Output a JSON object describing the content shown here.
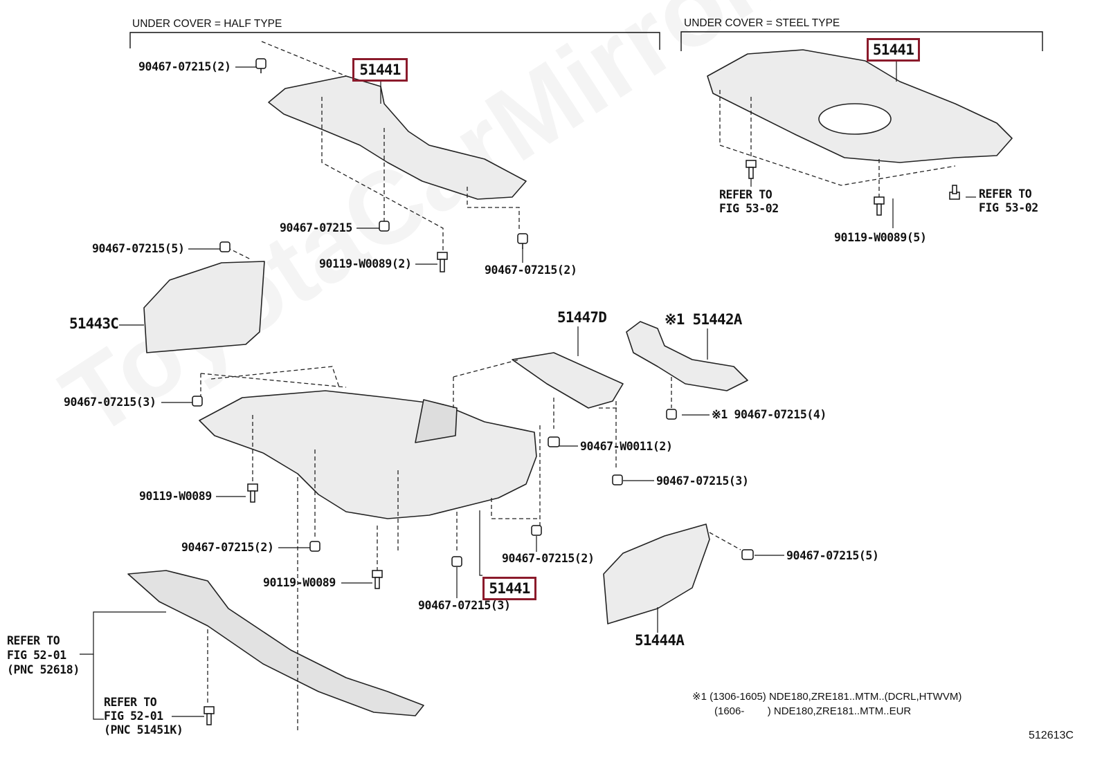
{
  "watermark": "ToyotaCarMirror.eu",
  "headers": {
    "half_type": "UNDER COVER = HALF TYPE",
    "steel_type": "UNDER COVER = STEEL TYPE"
  },
  "highlight_color": "#8b1a2b",
  "labels": {
    "half_51441": "51441",
    "steel_51441": "51441",
    "lower_51441": "51441",
    "half_bolt_top": "90467-07215(2)",
    "half_clip_mid": "90467-07215",
    "half_bolt_90119": "90119-W0089(2)",
    "half_clip_right": "90467-07215(2)",
    "steel_refer_left": [
      "REFER TO",
      "FIG 53-02"
    ],
    "steel_refer_right": [
      "REFER TO",
      "FIG 53-02"
    ],
    "steel_bolt": "90119-W0089(5)",
    "p51443c_clip": "90467-07215(5)",
    "p51443c": "51443C",
    "p51447d": "51447D",
    "p51442a": "※1 51442A",
    "p51442a_clip": "※1 90467-07215(4)",
    "main_clip_left": "90467-07215(3)",
    "main_w0011": "90467-W0011(2)",
    "main_clip_right": "90467-07215(3)",
    "main_bolt_left": "90119-W0089",
    "main_clip_lower_left": "90467-07215(2)",
    "main_clip_lower_right": "90467-07215(2)",
    "main_bolt_lower": "90119-W0089",
    "main_clip_bottom": "90467-07215(3)",
    "p51444a_clip": "90467-07215(5)",
    "p51444a": "51444A",
    "refer_52618": [
      "REFER TO",
      "FIG 52-01",
      "(PNC 52618)"
    ],
    "refer_51451k": [
      "REFER TO",
      "FIG 52-01",
      "(PNC 51451K)"
    ]
  },
  "footnote": {
    "line1": "※1 (1306-1605) NDE180,ZRE181..MTM..(DCRL,HTWVM)",
    "line2": "(1606-        ) NDE180,ZRE181..MTM..EUR"
  },
  "figure_id": "512613C"
}
